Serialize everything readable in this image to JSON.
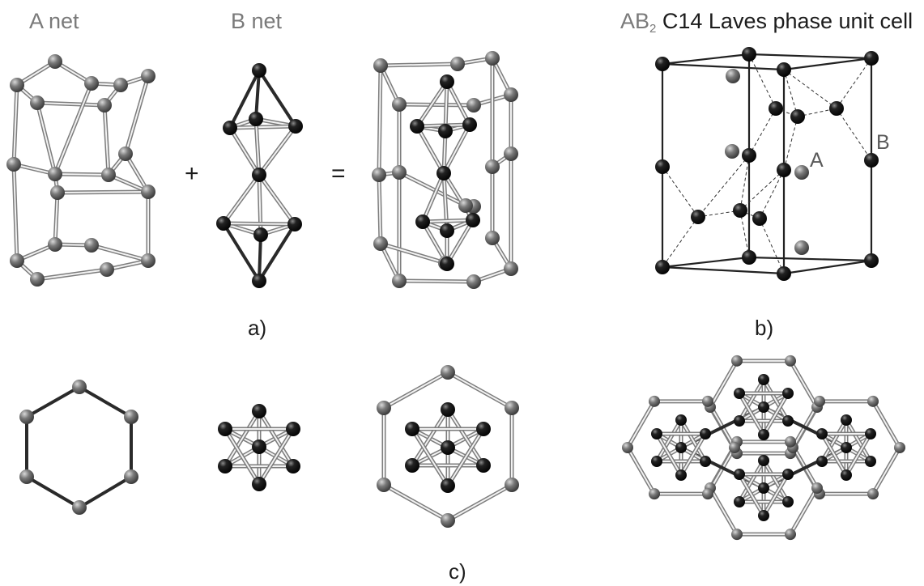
{
  "figure": {
    "labels": {
      "a_net": "A net",
      "b_net": "B net",
      "unit_cell_prefix": "AB",
      "unit_cell_subscript": "2",
      "unit_cell_suffix": " C14 Laves phase unit cell",
      "plus": "+",
      "equals": "=",
      "panel_a": "a)",
      "panel_b": "b)",
      "panel_c": "c)",
      "site_a": "A",
      "site_b": "B"
    },
    "atom_colors": {
      "A_site": "#6e6e6e",
      "B_site": "#111111",
      "bond_light": "#bdbdbd",
      "bond_dark": "#2a2a2a"
    }
  }
}
